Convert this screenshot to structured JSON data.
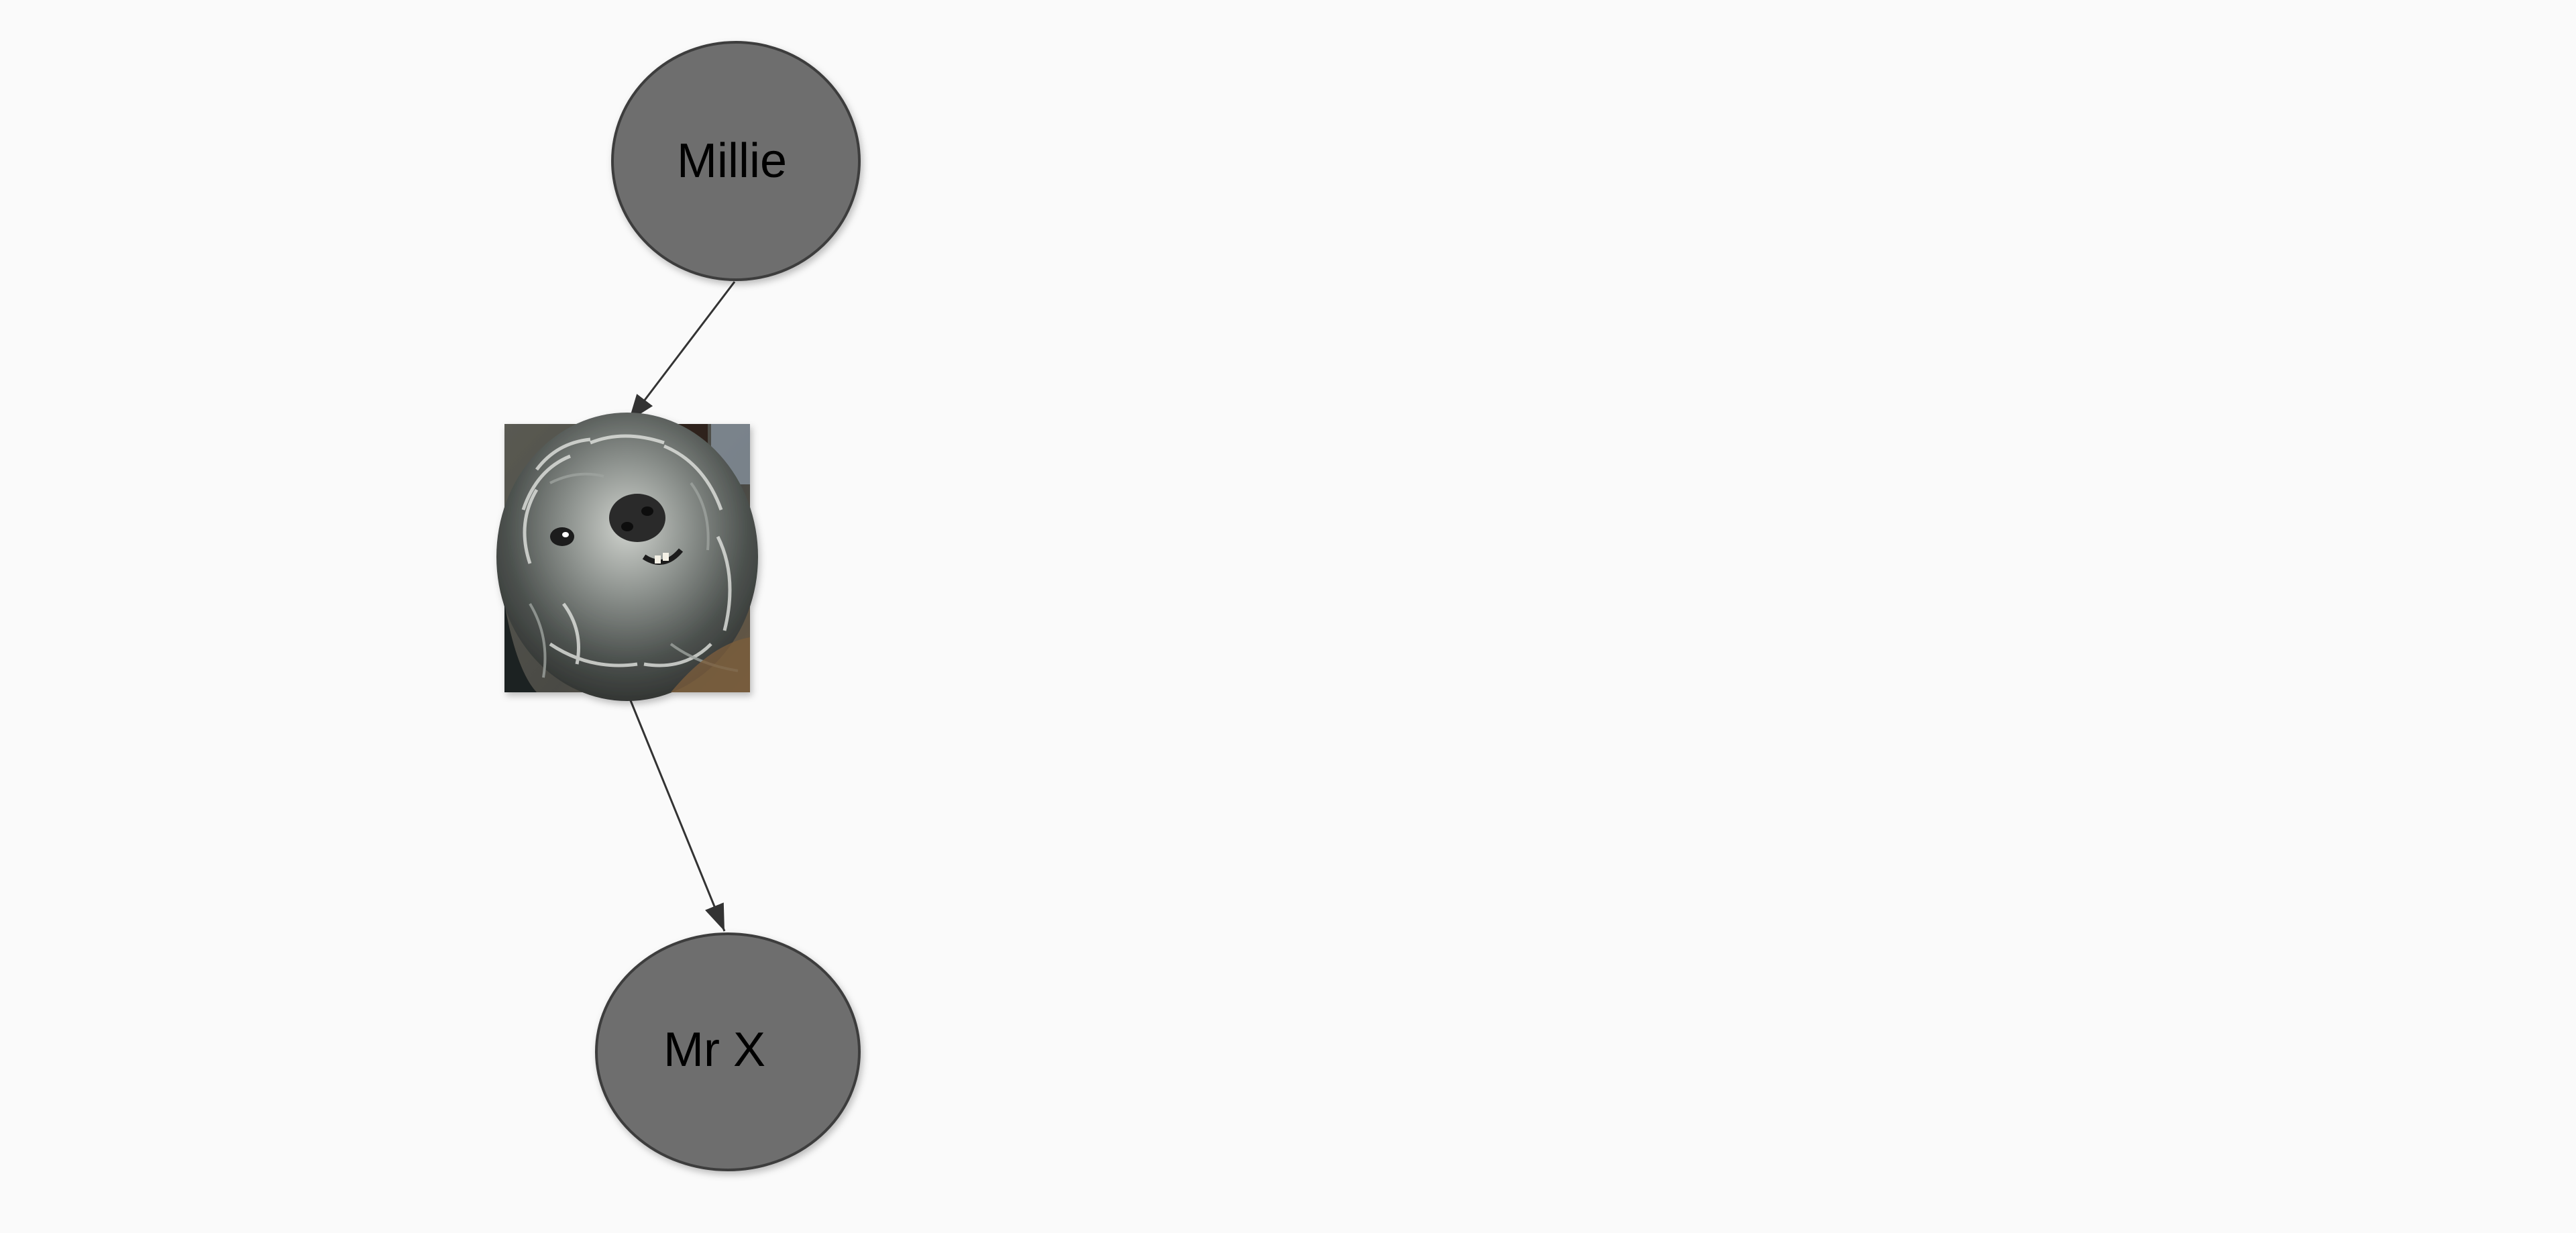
{
  "diagram": {
    "type": "directed-graph",
    "nodes": [
      {
        "id": "millie",
        "label": "Millie",
        "shape": "ellipse",
        "fill": "#6e6e6e"
      },
      {
        "id": "dog-photo",
        "label": "",
        "shape": "image",
        "icon": "dog-photo-icon"
      },
      {
        "id": "mr-x",
        "label": "Mr X",
        "shape": "ellipse",
        "fill": "#6e6e6e"
      }
    ],
    "edges": [
      {
        "from": "millie",
        "to": "dog-photo"
      },
      {
        "from": "dog-photo",
        "to": "mr-x"
      }
    ]
  },
  "colors": {
    "background": "#fafafa",
    "node_fill": "#6e6e6e",
    "node_stroke": "#3c3c3c",
    "edge": "#333333"
  }
}
